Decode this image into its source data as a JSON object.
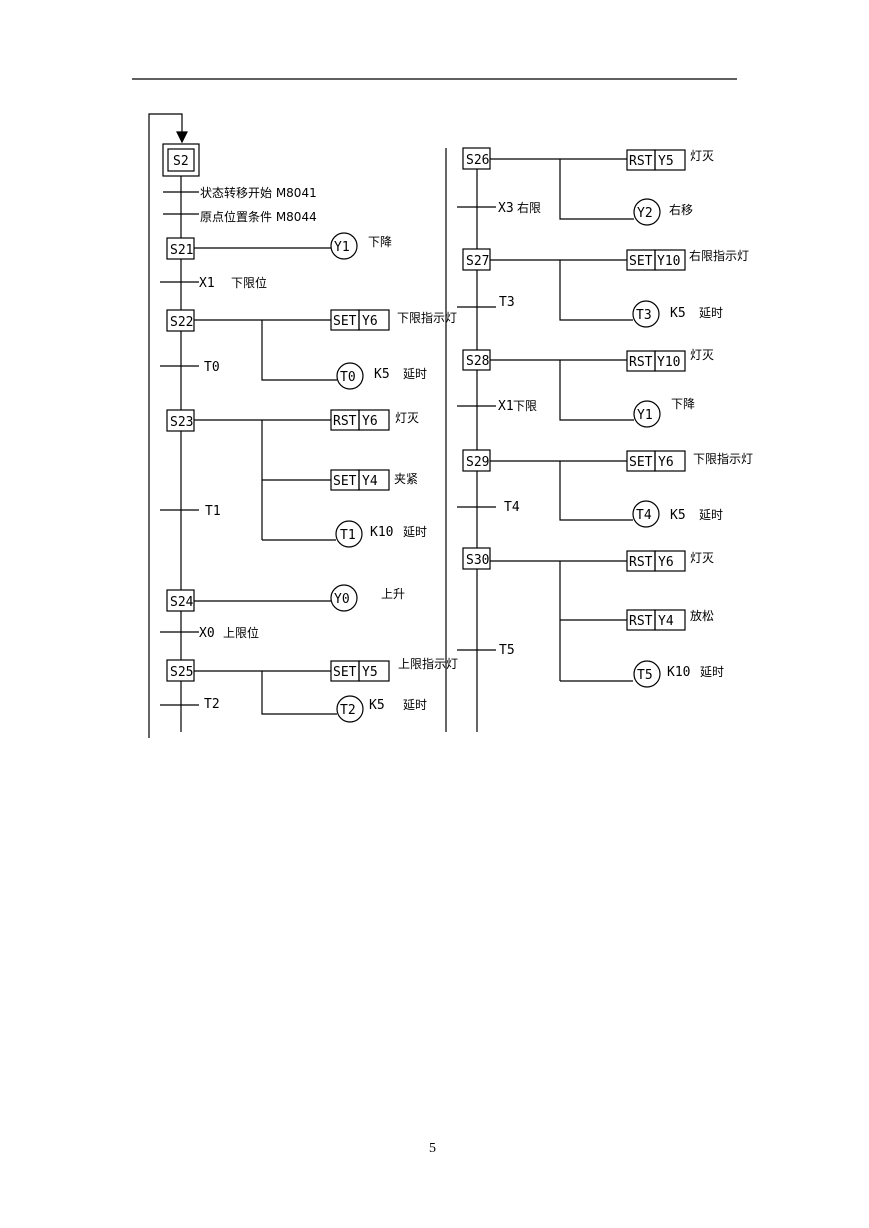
{
  "page_number": "5",
  "left_column": {
    "init_step": "S2",
    "init_conditions": [
      "状态转移开始 M8041",
      "原点位置条件 M8044"
    ],
    "steps": [
      {
        "id": "S21",
        "actions": [
          {
            "type": "coil",
            "operand": "Y1",
            "comment": "下降"
          }
        ],
        "transition": "X1",
        "transition_comment": "下限位"
      },
      {
        "id": "S22",
        "actions": [
          {
            "type": "set",
            "op": "SET",
            "operand": "Y6",
            "comment": "下限指示灯"
          },
          {
            "type": "timer",
            "operand": "T0",
            "k": "K5",
            "comment": "延时"
          }
        ],
        "transition": "T0",
        "transition_comment": ""
      },
      {
        "id": "S23",
        "actions": [
          {
            "type": "set",
            "op": "RST",
            "operand": "Y6",
            "comment": "灯灭"
          },
          {
            "type": "set",
            "op": "SET",
            "operand": "Y4",
            "comment": "夹紧"
          },
          {
            "type": "timer",
            "operand": "T1",
            "k": "K10",
            "comment": "延时"
          }
        ],
        "transition": "T1",
        "transition_comment": ""
      },
      {
        "id": "S24",
        "actions": [
          {
            "type": "coil",
            "operand": "Y0",
            "comment": "上升"
          }
        ],
        "transition": "X0",
        "transition_comment": "上限位"
      },
      {
        "id": "S25",
        "actions": [
          {
            "type": "set",
            "op": "SET",
            "operand": "Y5",
            "comment": "上限指示灯"
          },
          {
            "type": "timer",
            "operand": "T2",
            "k": "K5",
            "comment": "延时"
          }
        ],
        "transition": "T2",
        "transition_comment": ""
      }
    ]
  },
  "right_column": {
    "steps": [
      {
        "id": "S26",
        "actions": [
          {
            "type": "set",
            "op": "RST",
            "operand": "Y5",
            "comment": "灯灭"
          },
          {
            "type": "coil",
            "operand": "Y2",
            "comment": "右移"
          }
        ],
        "transition": "X3",
        "transition_comment": "右限"
      },
      {
        "id": "S27",
        "actions": [
          {
            "type": "set",
            "op": "SET",
            "operand": "Y10",
            "comment": "右限指示灯"
          },
          {
            "type": "timer",
            "operand": "T3",
            "k": "K5",
            "comment": "延时"
          }
        ],
        "transition": "T3",
        "transition_comment": ""
      },
      {
        "id": "S28",
        "actions": [
          {
            "type": "set",
            "op": "RST",
            "operand": "Y10",
            "comment": "灯灭"
          },
          {
            "type": "coil",
            "operand": "Y1",
            "comment": "下降"
          }
        ],
        "transition": "X1",
        "transition_comment": "下限"
      },
      {
        "id": "S29",
        "actions": [
          {
            "type": "set",
            "op": "SET",
            "operand": "Y6",
            "comment": "下限指示灯"
          },
          {
            "type": "timer",
            "operand": "T4",
            "k": "K5",
            "comment": "延时"
          }
        ],
        "transition": "T4",
        "transition_comment": ""
      },
      {
        "id": "S30",
        "actions": [
          {
            "type": "set",
            "op": "RST",
            "operand": "Y6",
            "comment": "灯灭"
          },
          {
            "type": "set",
            "op": "RST",
            "operand": "Y4",
            "comment": "放松"
          },
          {
            "type": "timer",
            "operand": "T5",
            "k": "K10",
            "comment": "延时"
          }
        ],
        "transition": "T5",
        "transition_comment": ""
      }
    ]
  }
}
